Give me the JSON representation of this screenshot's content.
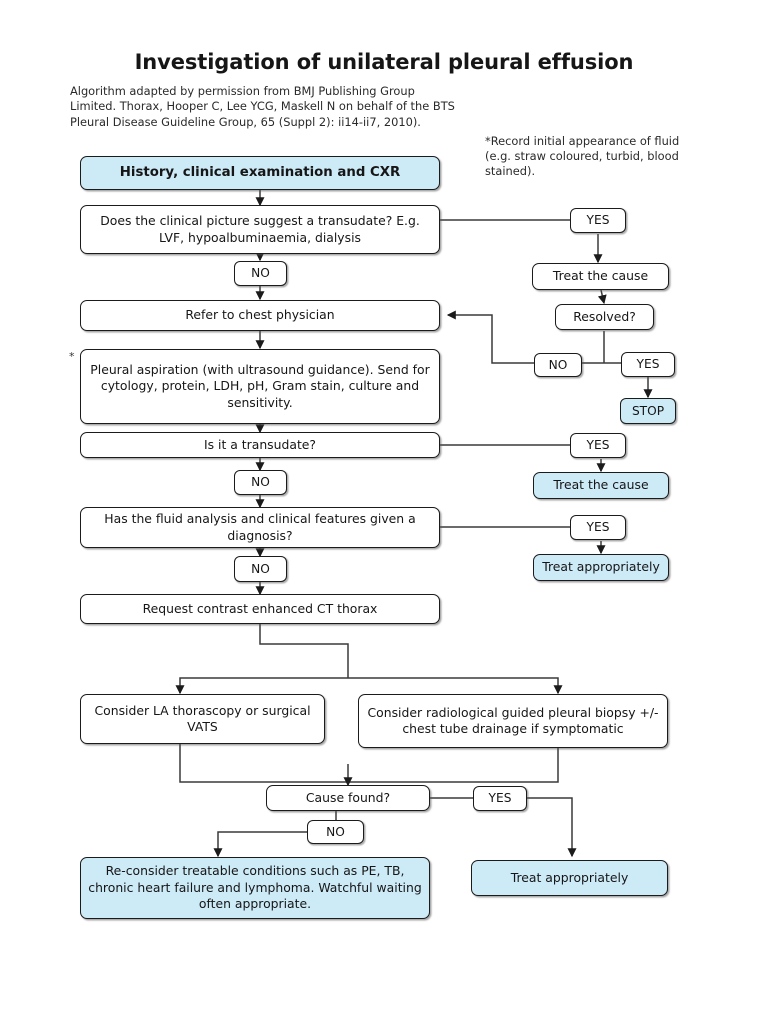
{
  "page": {
    "title": "Investigation of unilateral pleural effusion",
    "credit": "Algorithm adapted by permission from BMJ Publishing Group Limited. Thorax, Hooper C, Lee YCG, Maskell N on behalf of the BTS Pleural Disease Guideline Group, 65 (Suppl 2): ii14-ii7, 2010).",
    "note": "*Record initial appearance of fluid (e.g. straw coloured, turbid, blood stained).",
    "asterisk_marker": "*"
  },
  "colors": {
    "highlight_fill": "#cdeaf7",
    "node_fill": "#ffffff",
    "stroke": "#1b1b1b",
    "text": "#161616"
  },
  "nodes": {
    "history": "History, clinical examination and CXR",
    "transudate_question": "Does the clinical picture suggest a transudate? E.g. LVF, hypoalbuminaemia, dialysis",
    "no_1": "NO",
    "yes_1": "YES",
    "refer": "Refer to chest physician",
    "treat_cause_top": "Treat the cause",
    "resolved": "Resolved?",
    "resolved_no": "NO",
    "resolved_yes": "YES",
    "stop": "STOP",
    "aspiration": "Pleural aspiration (with ultrasound guidance). Send for cytology, protein, LDH, pH, Gram stain, culture and sensitivity.",
    "is_transudate": "Is it a transudate?",
    "is_transudate_yes": "YES",
    "is_transudate_no": "NO",
    "treat_cause_blue": "Treat the cause",
    "diagnosis_question": "Has the fluid analysis and clinical features given a diagnosis?",
    "diagnosis_yes": "YES",
    "diagnosis_no": "NO",
    "treat_appropriately_mid": "Treat appropriately",
    "ct_thorax": "Request contrast enhanced CT thorax",
    "thoracoscopy": "Consider LA thorascopy or surgical VATS",
    "biopsy": "Consider radiological guided pleural biopsy +/- chest tube drainage if symptomatic",
    "cause_found": "Cause found?",
    "cause_found_yes": "YES",
    "cause_found_no": "NO",
    "reconsider": "Re-consider treatable conditions such as PE, TB, chronic heart failure and lymphoma. Watchful waiting often appropriate.",
    "treat_appropriately_bottom": "Treat appropriately"
  }
}
